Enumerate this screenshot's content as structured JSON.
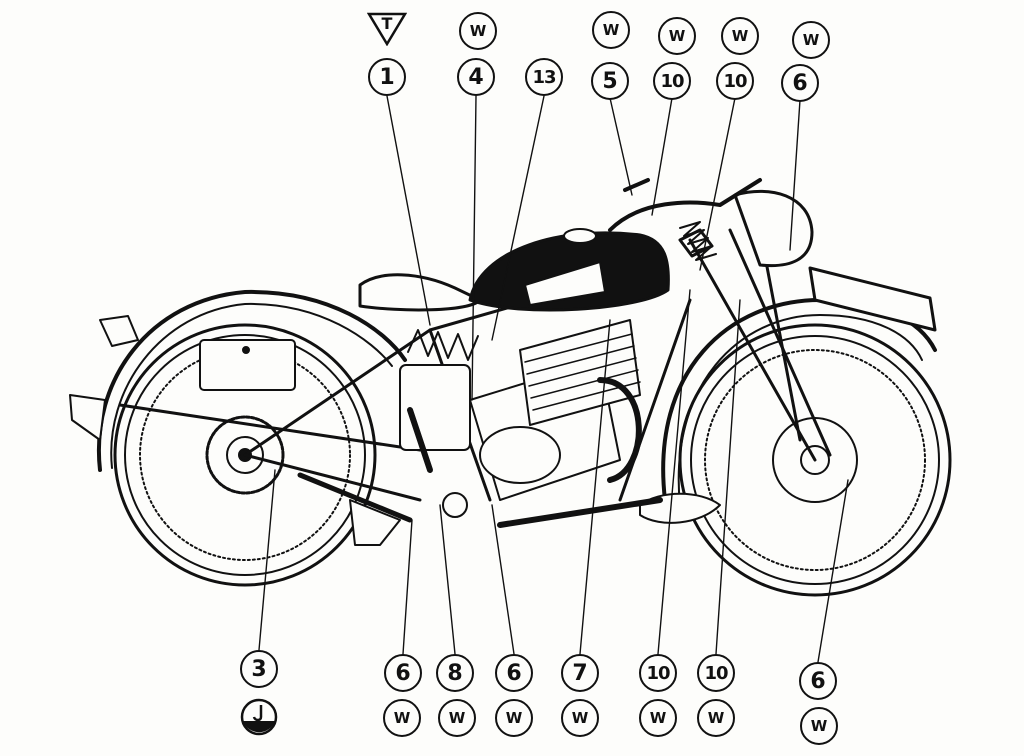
{
  "top_row": {
    "tool_label": "T",
    "labels": [
      "1",
      "4",
      "13",
      "5",
      "10",
      "10",
      "6"
    ],
    "w_labels": [
      "W",
      "W",
      "W",
      "W",
      "W"
    ]
  },
  "bottom_row": {
    "labels": [
      "3",
      "6",
      "8",
      "6",
      "7",
      "10",
      "10",
      "6"
    ],
    "w_labels": [
      "W",
      "W",
      "W",
      "W",
      "W",
      "W",
      "W"
    ]
  }
}
